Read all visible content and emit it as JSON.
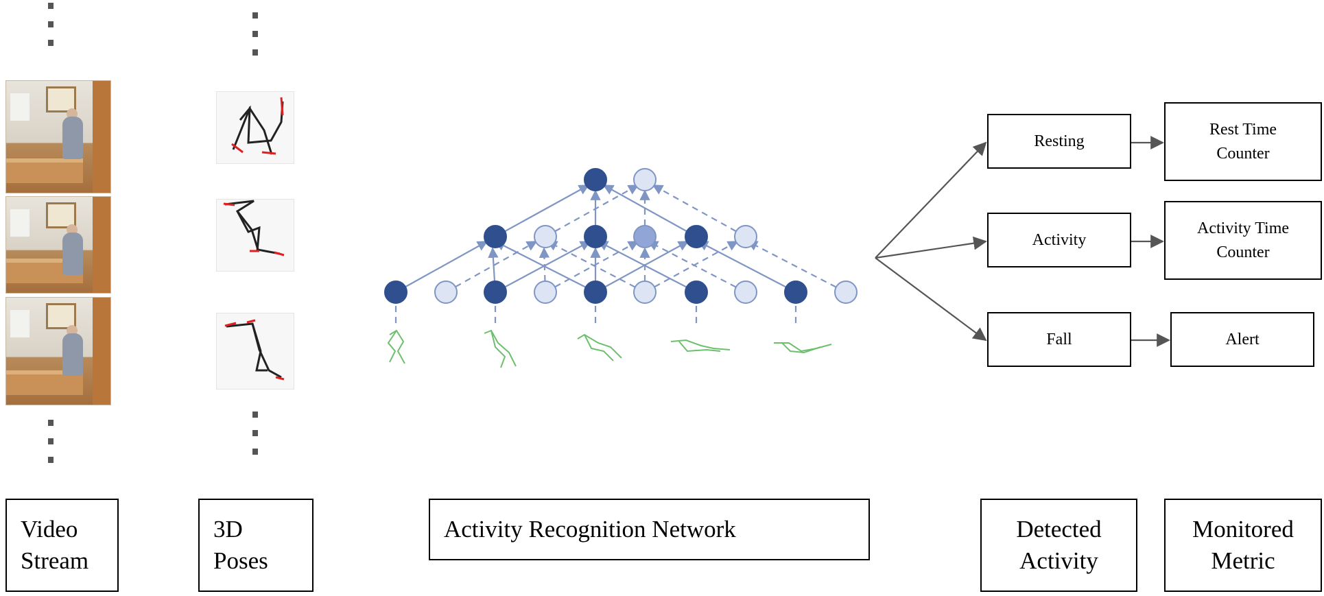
{
  "stages": {
    "video_stream": "Video\nStream",
    "poses_3d": "3D\nPoses",
    "network": "Activity Recognition Network",
    "detected_activity": "Detected\nActivity",
    "monitored_metric": "Monitored\nMetric"
  },
  "activities": [
    {
      "label": "Resting",
      "metric": "Rest Time\nCounter"
    },
    {
      "label": "Activity",
      "metric": "Activity Time\nCounter"
    },
    {
      "label": "Fall",
      "metric": "Alert"
    }
  ],
  "colors": {
    "node_dark": "#2f4f8f",
    "node_mid": "#91a6d6",
    "node_light": "#dde5f5",
    "edge": "#7f95c4",
    "skeleton": "#6cbf6c",
    "pose_joint": "#e02020",
    "arrow": "#555555"
  }
}
